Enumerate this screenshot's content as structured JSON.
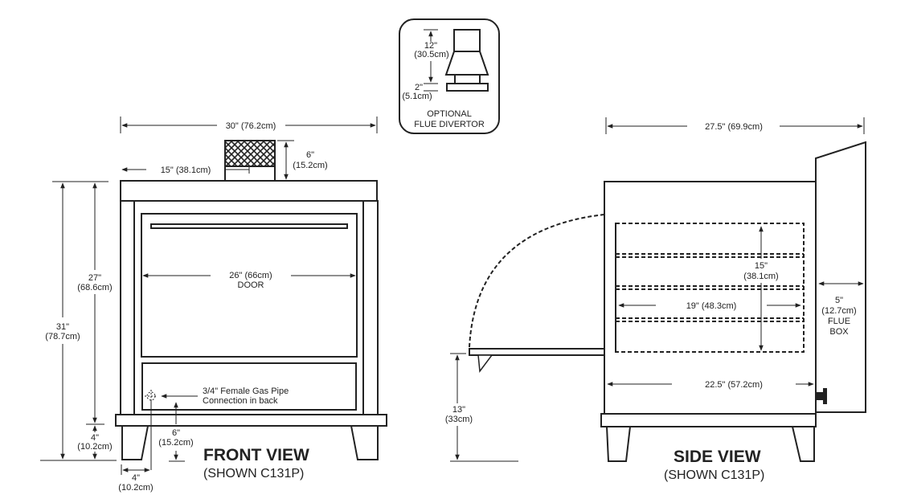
{
  "front": {
    "title": "FRONT VIEW",
    "subtitle": "(SHOWN C131P)",
    "width": "30\" (76.2cm)",
    "chimney_offset": "15\" (38.1cm)",
    "chimney_h": "6\"",
    "chimney_h_cm": "(15.2cm)",
    "door_width": "26\" (66cm)",
    "door_label": "DOOR",
    "total_h": "31\"",
    "total_h_cm": "(78.7cm)",
    "body_h": "27\"",
    "body_h_cm": "(68.6cm)",
    "leg_h": "4\"",
    "leg_h_cm": "(10.2cm)",
    "gas_line1": "3/4\" Female Gas Pipe",
    "gas_line2": "Connection in back",
    "gas_h": "6\"",
    "gas_h_cm": "(15.2cm)",
    "gas_x": "4\"",
    "gas_x_cm": "(10.2cm)"
  },
  "divertor": {
    "h1": "12\"",
    "h1_cm": "(30.5cm)",
    "h2": "2\"",
    "h2_cm": "(5.1cm)",
    "label1": "OPTIONAL",
    "label2": "FLUE DIVERTOR"
  },
  "side": {
    "title": "SIDE VIEW",
    "subtitle": "(SHOWN C131P)",
    "depth": "27.5\" (69.9cm)",
    "oven_h": "15\"",
    "oven_h_cm": "(38.1cm)",
    "oven_d": "19\" (48.3cm)",
    "inner_d": "22.5\" (57.2cm)",
    "door_h": "13\"",
    "door_h_cm": "(33cm)",
    "flue_w": "5\"",
    "flue_w_cm": "(12.7cm)",
    "flue1": "FLUE",
    "flue2": "BOX"
  }
}
